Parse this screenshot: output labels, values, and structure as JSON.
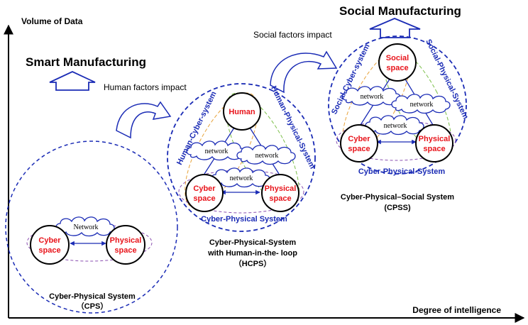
{
  "axes": {
    "y_label": "Volume of Data",
    "x_label": "Degree of intelligence"
  },
  "headings": {
    "smart": "Smart Manufacturing",
    "social": "Social Manufacturing"
  },
  "impacts": {
    "human": "Human factors impact",
    "social": "Social factors impact"
  },
  "cps": {
    "cyber_line1": "Cyber",
    "cyber_line2": "space",
    "physical_line1": "Physical",
    "physical_line2": "space",
    "network": "Network",
    "caption_line1": "Cyber-Physical System",
    "caption_line2": "（CPS）"
  },
  "hcps": {
    "human": "Human",
    "cyber_line1": "Cyber",
    "cyber_line2": "space",
    "physical_line1": "Physical",
    "physical_line2": "space",
    "network_left": "network",
    "network_right": "network",
    "network_bottom": "network",
    "arc_left": "Human-Cyber-system",
    "arc_right": "Human-Physical-System",
    "arc_bottom": "Cyber-Physical System",
    "caption_line1": "Cyber-Physical-System",
    "caption_line2": "with Human-in-the- loop",
    "caption_line3": "（HCPS）"
  },
  "cpss": {
    "social_line1": "Social",
    "social_line2": "space",
    "cyber_line1": "Cyber",
    "cyber_line2": "space",
    "physical_line1": "Physical",
    "physical_line2": "space",
    "network_left": "network",
    "network_right": "network",
    "network_bottom": "network",
    "arc_left": "Social-Cyber-system",
    "arc_right": "Social-Physical-System",
    "arc_bottom": "Cyber-Physical-System",
    "caption_line1": "Cyber-Physical–Social System",
    "caption_line2": "(CPSS)"
  },
  "colors": {
    "dash_blue": "#1a2bb5",
    "label_red": "#e8141b",
    "ellipse_purple": "#8a4fb0",
    "ellipse_orange": "#e8a33a",
    "ellipse_green": "#7cbf4a"
  }
}
